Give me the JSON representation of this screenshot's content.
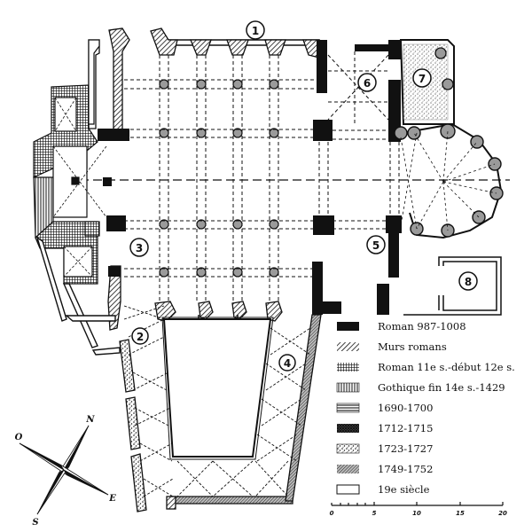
{
  "plan": {
    "room_labels": [
      "1",
      "2",
      "3",
      "4",
      "5",
      "6",
      "7",
      "8"
    ]
  },
  "legend": {
    "items": [
      {
        "label": "Roman 987-1008",
        "pattern": "solid-black"
      },
      {
        "label": "Murs romans",
        "pattern": "diagonal-hatch"
      },
      {
        "label": "Roman 11e s.-début 12e s.",
        "pattern": "dense-grid"
      },
      {
        "label": "Gothique fin 14e s.-1429",
        "pattern": "vertical-lines"
      },
      {
        "label": "1690-1700",
        "pattern": "horizontal-lines"
      },
      {
        "label": "1712-1715",
        "pattern": "cross-hatch"
      },
      {
        "label": "1723-1727",
        "pattern": "stipple"
      },
      {
        "label": "1749-1752",
        "pattern": "fine-diagonal"
      },
      {
        "label": "19e siècle",
        "pattern": "empty"
      }
    ]
  },
  "scale_bar": {
    "ticks": [
      "0",
      "5",
      "10",
      "15",
      "20"
    ]
  },
  "compass": {
    "north": "N",
    "west": "O",
    "south": "S",
    "east": "E"
  },
  "colors": {
    "ink": "#111111",
    "paper": "#ffffff",
    "gray_fill": "#9a9a9a"
  }
}
